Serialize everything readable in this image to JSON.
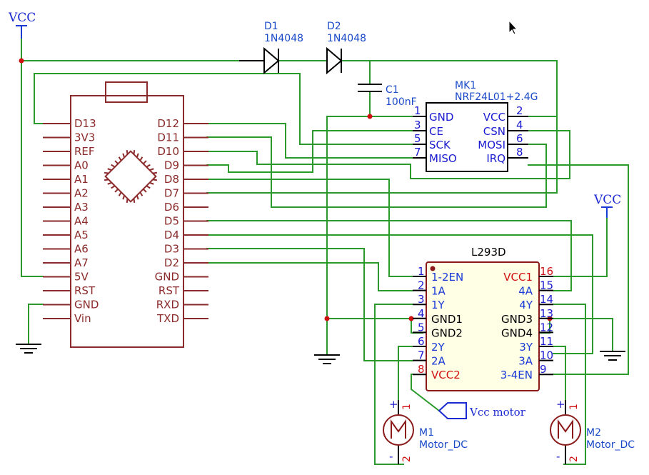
{
  "power": {
    "vcc_left": "VCC",
    "vcc_right": "VCC"
  },
  "d1": {
    "ref": "D1",
    "value": "1N4048"
  },
  "d2": {
    "ref": "D2",
    "value": "1N4048"
  },
  "c1": {
    "ref": "C1",
    "value": "100nF"
  },
  "mk1": {
    "ref": "MK1",
    "value": "NRF24L01+2.4G",
    "left_pins": [
      {
        "num": "1",
        "name": "GND"
      },
      {
        "num": "3",
        "name": "CE"
      },
      {
        "num": "5",
        "name": "SCK"
      },
      {
        "num": "7",
        "name": "MISO"
      }
    ],
    "right_pins": [
      {
        "num": "2",
        "name": "VCC"
      },
      {
        "num": "4",
        "name": "CSN"
      },
      {
        "num": "6",
        "name": "MOSI"
      },
      {
        "num": "8",
        "name": "IRQ"
      }
    ]
  },
  "arduino": {
    "left_pins": [
      "D13",
      "3V3",
      "REF",
      "A0",
      "A1",
      "A2",
      "A3",
      "A4",
      "A5",
      "A6",
      "A7",
      "5V",
      "RST",
      "GND",
      "Vin"
    ],
    "right_pins": [
      "D12",
      "D11",
      "D10",
      "D9",
      "D8",
      "D7",
      "D6",
      "D5",
      "D4",
      "D3",
      "D2",
      "GND",
      "RST",
      "RXD",
      "TXD"
    ]
  },
  "l293d": {
    "ref": "L293D",
    "left_pins": [
      {
        "num": "1",
        "name": "1-2EN",
        "power": false
      },
      {
        "num": "2",
        "name": "1A",
        "power": false
      },
      {
        "num": "3",
        "name": "1Y",
        "power": false
      },
      {
        "num": "4",
        "name": "GND1",
        "power": false
      },
      {
        "num": "5",
        "name": "GND2",
        "power": false
      },
      {
        "num": "6",
        "name": "2Y",
        "power": false
      },
      {
        "num": "7",
        "name": "2A",
        "power": false
      },
      {
        "num": "8",
        "name": "VCC2",
        "power": true
      }
    ],
    "right_pins": [
      {
        "num": "16",
        "name": "VCC1",
        "power": true
      },
      {
        "num": "15",
        "name": "4A",
        "power": false
      },
      {
        "num": "14",
        "name": "4Y",
        "power": false
      },
      {
        "num": "13",
        "name": "GND3",
        "power": false
      },
      {
        "num": "12",
        "name": "GND4",
        "power": false
      },
      {
        "num": "11",
        "name": "3Y",
        "power": false
      },
      {
        "num": "10",
        "name": "3A",
        "power": false
      },
      {
        "num": "9",
        "name": "3-4EN",
        "power": false
      }
    ]
  },
  "m1": {
    "ref": "M1",
    "value": "Motor_DC",
    "pin_plus": "+",
    "pin_minus": "-",
    "pin1": "1",
    "pin2": "2"
  },
  "m2": {
    "ref": "M2",
    "value": "Motor_DC",
    "pin_plus": "+",
    "pin_minus": "-",
    "pin1": "1",
    "pin2": "2"
  },
  "vcc_motor_label": "Vcc motor"
}
